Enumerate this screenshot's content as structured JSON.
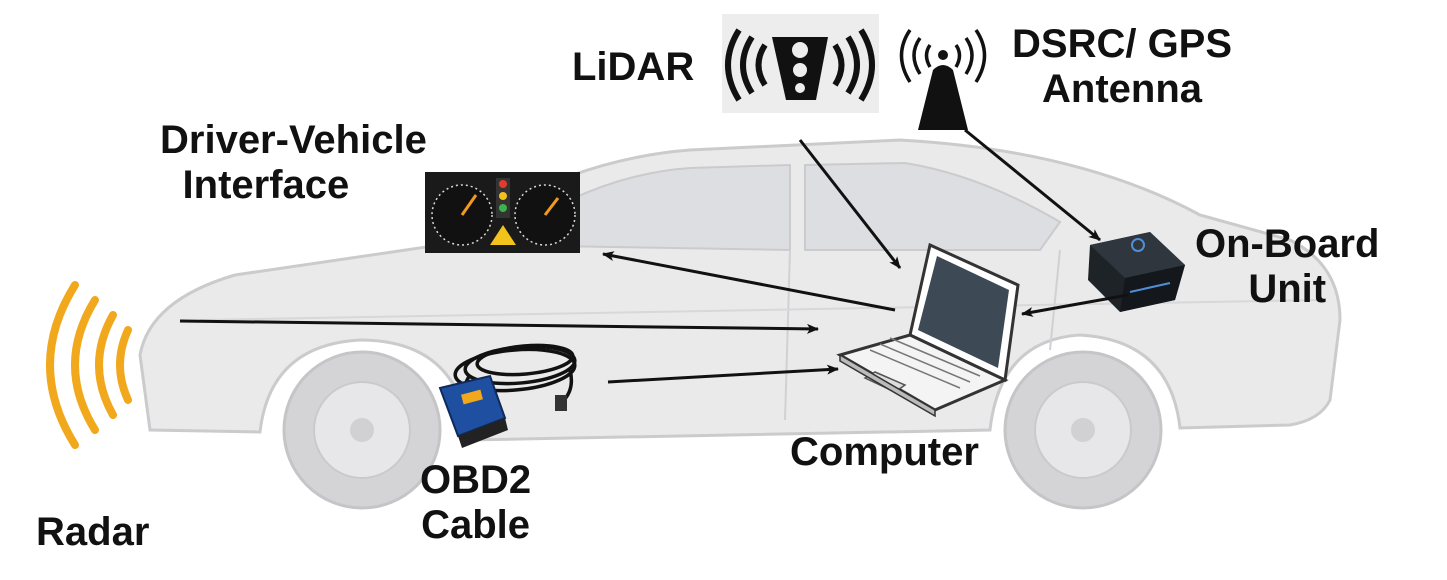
{
  "labels": {
    "lidar": "LiDAR",
    "dsrc_gps": [
      "DSRC/ GPS",
      "Antenna"
    ],
    "dvi": [
      "Driver-Vehicle",
      "Interface"
    ],
    "obu": [
      "On-Board",
      "Unit"
    ],
    "radar": "Radar",
    "obd2": [
      "OBD2",
      "Cable"
    ],
    "computer": "Computer"
  },
  "colors": {
    "car_body": "#e9e9ea",
    "car_outline": "#c9c9cc",
    "window": "#dcdde0",
    "radar_waves": "#f2a81d",
    "arrow": "#111111",
    "label_text": "#111111",
    "dashboard_bg": "#1a1a1a",
    "obd_connector": "#1e4fa0",
    "lidar_tile_bg": "#ededed"
  },
  "icons": [
    "lidar-icon",
    "antenna-icon",
    "dashboard-icon",
    "obu-device-icon",
    "laptop-icon",
    "obd2-cable-icon",
    "radar-waves-icon",
    "car-image"
  ]
}
